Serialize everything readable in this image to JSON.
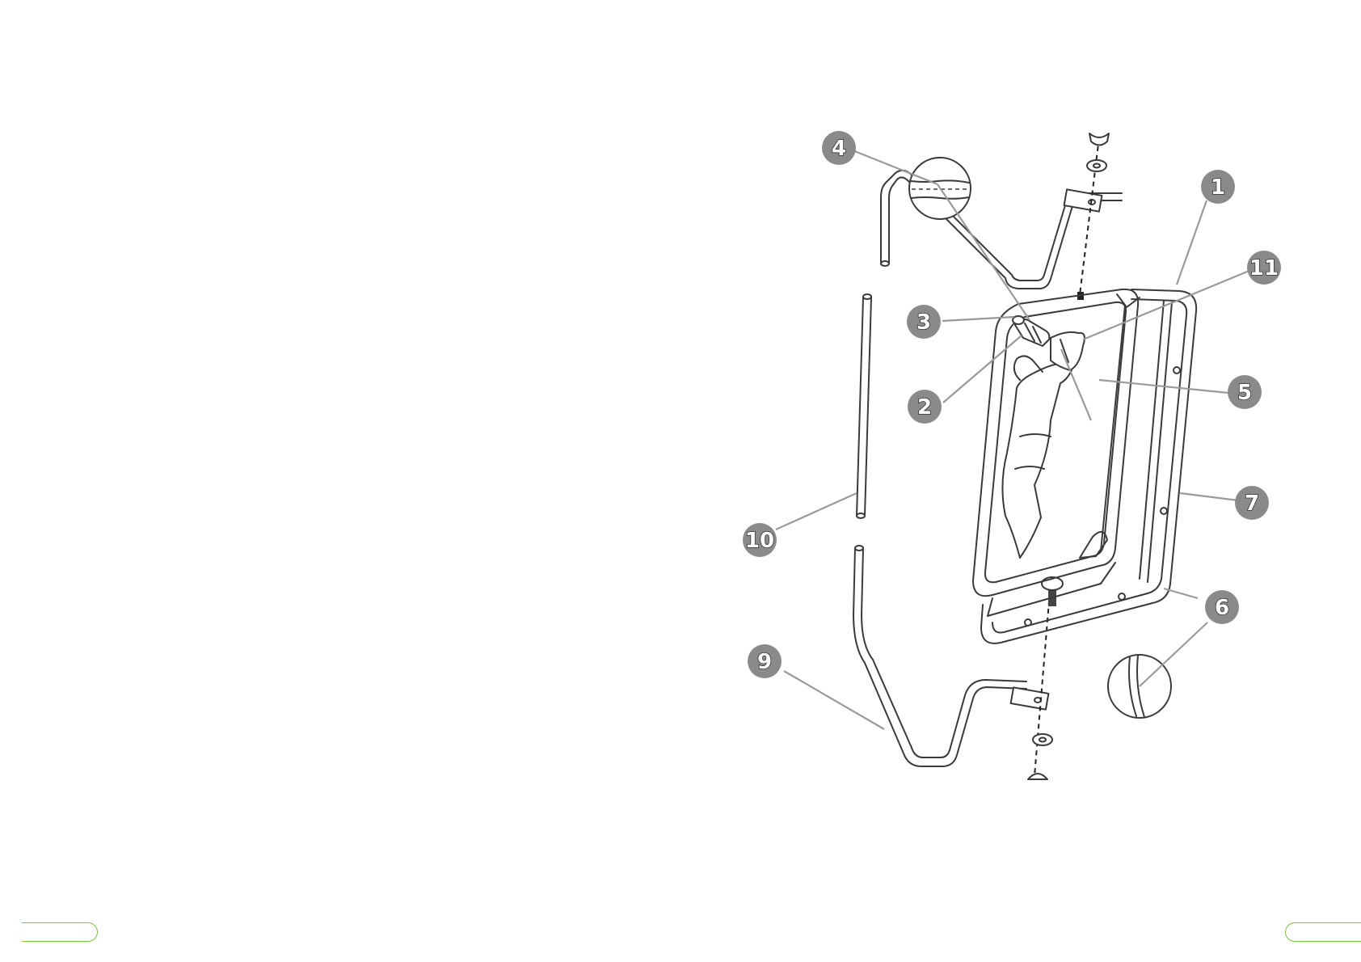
{
  "diagram": {
    "callouts": [
      {
        "id": "c1",
        "label": "1"
      },
      {
        "id": "c2",
        "label": "2"
      },
      {
        "id": "c3",
        "label": "3"
      },
      {
        "id": "c4",
        "label": "4"
      },
      {
        "id": "c5",
        "label": "5"
      },
      {
        "id": "c6",
        "label": "6"
      },
      {
        "id": "c7",
        "label": "7"
      },
      {
        "id": "c9",
        "label": "9"
      },
      {
        "id": "c10",
        "label": "10"
      },
      {
        "id": "c11",
        "label": "11"
      }
    ]
  },
  "colors": {
    "callout_fill": "#8a8a8a",
    "accent_green": "#7cc242",
    "line_art": "#3a3a3a"
  }
}
